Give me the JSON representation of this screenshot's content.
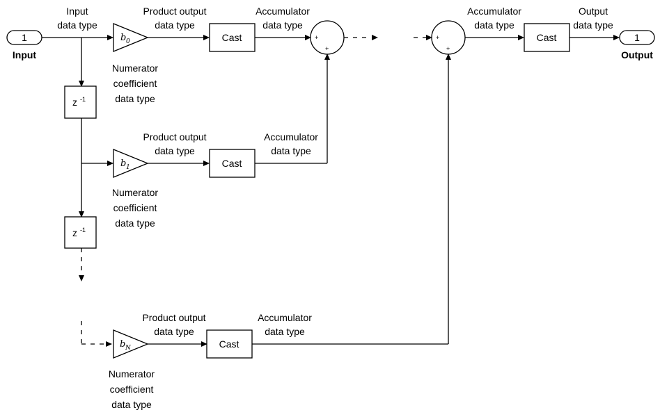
{
  "ports": {
    "input_num": "1",
    "input_label": "Input",
    "output_num": "1",
    "output_label": "Output"
  },
  "labels": {
    "input_dt_1": "Input",
    "input_dt_2": "data type",
    "prod_1": "Product output",
    "prod_2": "data type",
    "acc_1": "Accumulator",
    "acc_2": "data type",
    "num_1": "Numerator",
    "num_2": "coefficient",
    "num_3": "data type",
    "out_dt_1": "Output",
    "out_dt_2": "data type"
  },
  "blocks": {
    "cast": "Cast",
    "delay_base": "z",
    "delay_exp": "-1",
    "gain_letter": "b",
    "gain_subs": [
      "0",
      "1",
      "N"
    ],
    "plus": "+"
  }
}
